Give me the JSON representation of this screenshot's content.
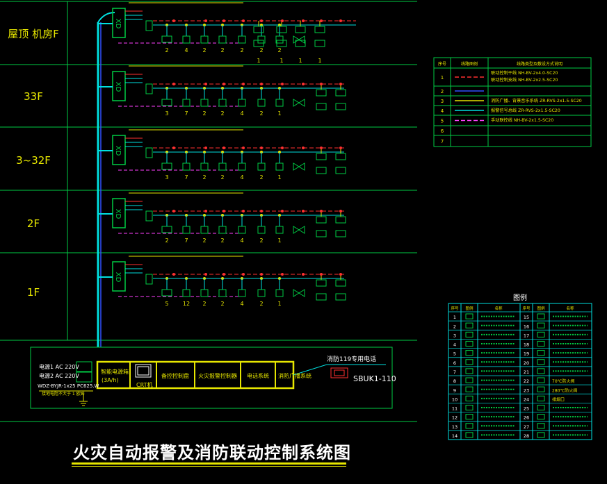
{
  "floors": [
    {
      "label": "屋顶 机房F"
    },
    {
      "label": "33F"
    },
    {
      "label": "3~32F"
    },
    {
      "label": "2F"
    },
    {
      "label": "1F"
    }
  ],
  "controller_label": "XD",
  "floor_counts": [
    [
      "2",
      "4",
      "2",
      "2",
      "2",
      "2",
      "2"
    ],
    [
      "3",
      "7",
      "2",
      "2",
      "4",
      "2",
      "1"
    ],
    [
      "3",
      "7",
      "2",
      "2",
      "4",
      "2",
      "1"
    ],
    [
      "2",
      "7",
      "2",
      "2",
      "4",
      "2",
      "1"
    ],
    [
      "5",
      "12",
      "2",
      "2",
      "4",
      "2",
      "1"
    ]
  ],
  "roof_extra_counts": [
    "1",
    "1",
    "1",
    "1"
  ],
  "panel": {
    "power1": "电源1  AC 220V",
    "power2": "电源2  AC 220V",
    "cable": "WDZ-BYJR-1x25 PC625.W",
    "note": "接地电阻不大于 1 欧姆",
    "modules": [
      "智能电源箱\n(3A/h)",
      "CRT机",
      "备控控制盘",
      "火灾报警控制器",
      "电话系统",
      "消防广播系统"
    ],
    "line_119": "消防119专用电话",
    "sbuk": "SBUK1-110"
  },
  "wiring_legend": {
    "headers": [
      "序号",
      "线路图例",
      "线路类型及敷设方式说明"
    ],
    "rows": [
      {
        "no": "1",
        "color": "#ff3030",
        "dash": true,
        "desc": "联动控制干线 NH-BV-2x4.0-SC20\n联动控制支线 NH-BV-2x2.5-SC20"
      },
      {
        "no": "2",
        "color": "#3050ff",
        "dash": false,
        "desc": ""
      },
      {
        "no": "3",
        "color": "#e6e600",
        "dash": false,
        "desc": "消防广播、背景音乐系统 ZR-RVS-2x1.5-SC20"
      },
      {
        "no": "4",
        "color": "#00e0e0",
        "dash": false,
        "desc": "报警信号总线 ZR-RVS-2x1.5-SC20"
      },
      {
        "no": "5",
        "color": "#ff40ff",
        "dash": true,
        "desc": "手动联控线 NH-BV-2x1.5-SC20"
      },
      {
        "no": "6",
        "color": "",
        "dash": false,
        "desc": ""
      },
      {
        "no": "7",
        "color": "",
        "dash": false,
        "desc": ""
      }
    ]
  },
  "symbol_legend": {
    "title": "图例",
    "headers": [
      "序号",
      "图例",
      "名称",
      "序号",
      "图例",
      "名称"
    ],
    "left_numbers": [
      "1",
      "2",
      "3",
      "4",
      "5",
      "6",
      "7",
      "8",
      "9",
      "10",
      "11",
      "12",
      "13",
      "14"
    ],
    "right_numbers": [
      "15",
      "16",
      "17",
      "18",
      "19",
      "20",
      "21",
      "22",
      "23",
      "24",
      "25",
      "26",
      "27",
      "28"
    ],
    "right_names_readable": {
      "22": "70℃防火阀",
      "23": "280℃防火阀",
      "24": "排烟口"
    }
  },
  "title": "火灾自动报警及消防联动控制系统图",
  "colors": {
    "bus": "#00e0e0",
    "signal": "#00e0e0",
    "control": "#ff3030",
    "broadcast": "#e6e600",
    "manual": "#ff40ff",
    "frame": "#00cc44",
    "text": "#e6e600",
    "blue": "#3050ff"
  }
}
